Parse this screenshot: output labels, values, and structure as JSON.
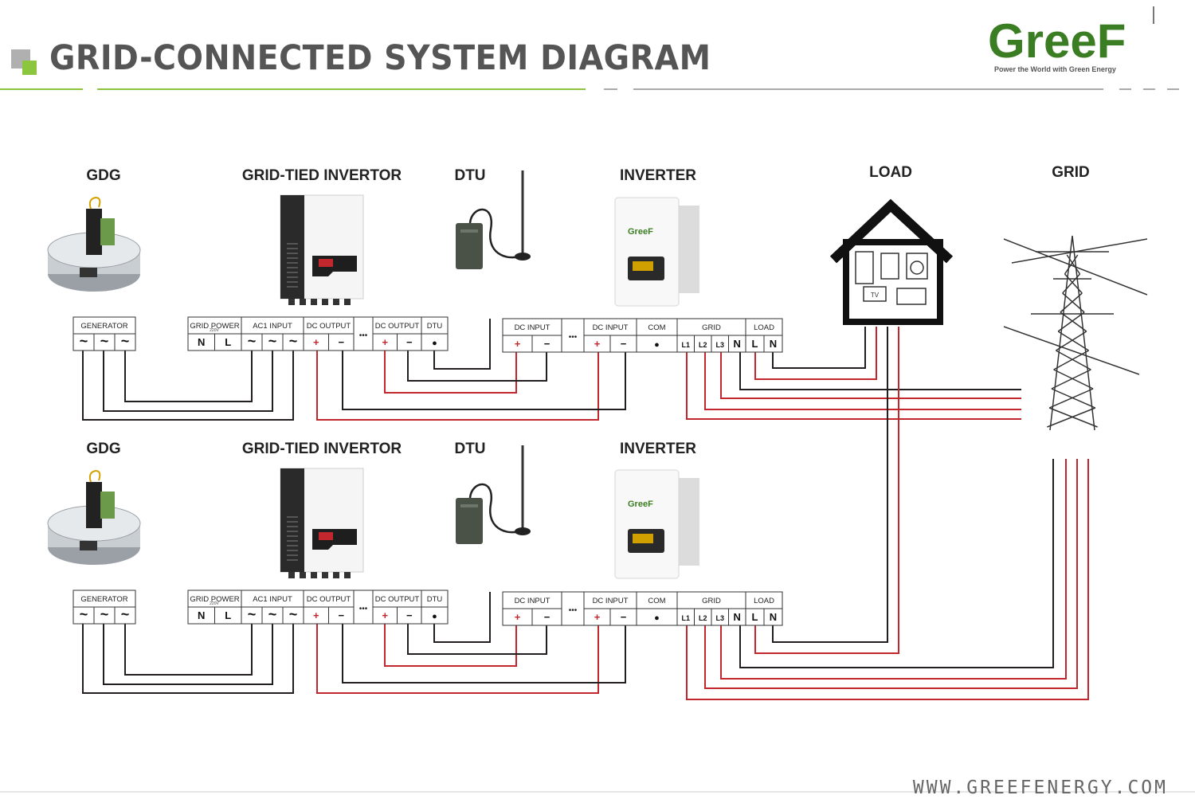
{
  "header": {
    "title": "GRID-CONNECTED SYSTEM DIAGRAM",
    "logo_text": "GreeF",
    "logo_slogan": "Power the World with Green Energy"
  },
  "components": {
    "gdg": "GDG",
    "grid_tied_inverter": "GRID-TIED INVERTOR",
    "dtu": "DTU",
    "inverter": "INVERTER",
    "load": "LOAD",
    "grid": "GRID"
  },
  "terminals": {
    "generator": "GENERATOR",
    "tilde": "~",
    "grid_power": "GRID POWER",
    "grid_power_sub": "220V",
    "ac1_input": "AC1 INPUT",
    "dc_output": "DC OUTPUT",
    "dtu": "DTU",
    "dc_input": "DC INPUT",
    "com": "COM",
    "grid": "GRID",
    "load": "LOAD",
    "n": "N",
    "l": "L",
    "plus": "+",
    "minus": "−",
    "dot": "●",
    "l1": "L1",
    "l2": "L2",
    "l3": "L3",
    "ellipsis": "•••"
  },
  "appliances": {
    "tv": "TV"
  },
  "footer": {
    "website": "WWW.GREEFENERGY.COM"
  },
  "colors": {
    "accent_green": "#8cc63f",
    "wire_red": "#c1272d",
    "wire_black": "#231f20",
    "title_grey": "#555555"
  }
}
